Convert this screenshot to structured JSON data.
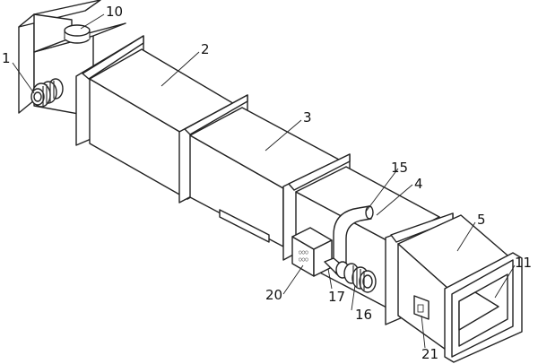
{
  "labels": {
    "l1": "1",
    "l2": "2",
    "l3": "3",
    "l4": "4",
    "l5": "5",
    "l10": "10",
    "l11": "11",
    "l15": "15",
    "l16": "16",
    "l17": "17",
    "l20": "20",
    "l21": "21"
  }
}
